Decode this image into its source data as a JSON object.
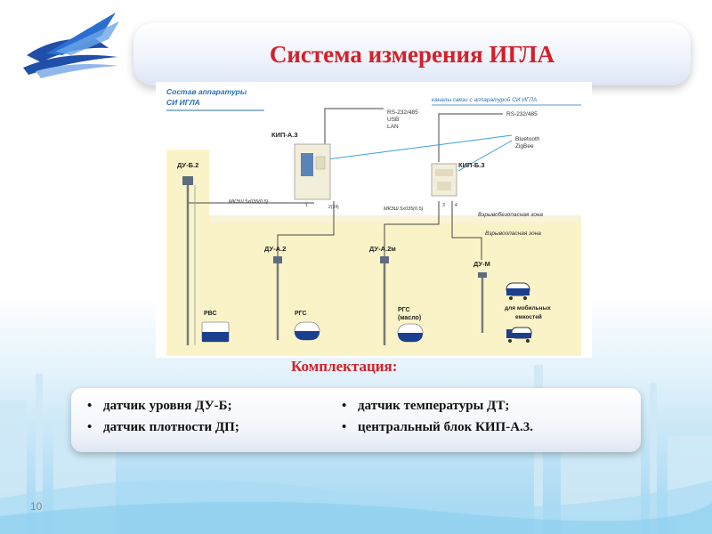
{
  "title": "Система измерения ИГЛА",
  "diagram": {
    "composition_title_line1": "Состав аппаратуры",
    "composition_title_line2": "СИ ИГЛА",
    "channels_title": "каналы связи с аппаратурой СИ ИГЛА",
    "kip_a3": "КИП-А.3",
    "kip_b3": "КИП-Б.3",
    "kip_a3_links": [
      "RS-232/485",
      "USB",
      "LAN"
    ],
    "kip_b3_link": "RS-232/485",
    "wireless": [
      "Bluetooth",
      "ZigBee"
    ],
    "cable_left": "МКЭШ 5х035(0.5)",
    "cable_right": "МКЭШ 5х035(0.5)",
    "pin_a": "1",
    "pin_b": "2(24)",
    "pin_c": "3",
    "pin_d": "4",
    "safe_zone": "Взрывобезопасная зона",
    "hazard_zone": "Взрывоопасная зона",
    "du_b2": "ДУ-Б.2",
    "du_a2": "ДУ-А.2",
    "du_a2m": "ДУ-А.2м",
    "du_m": "ДУ-М",
    "rvs": "РВС",
    "rgs": "РГС",
    "rgs_oil_line1": "РГС",
    "rgs_oil_line2": "(масло)",
    "mobile_line1": "для мобильных",
    "mobile_line2": "емкостей"
  },
  "komplektatsiya_label": "Комплектация:",
  "list_left": [
    "датчик уровня ДУ-Б;",
    "датчик плотности ДП;"
  ],
  "list_right": [
    "датчик температуры ДТ;",
    "центральный блок КИП-А.3."
  ],
  "page_number": "10",
  "colors": {
    "title_red": "#d4202a",
    "hazard_zone_fill": "#fbf3c8",
    "zone_label_blue": "#2a6fb6",
    "tank_navy": "#1b3f8f",
    "logo_blue": "#1f4fa8"
  }
}
